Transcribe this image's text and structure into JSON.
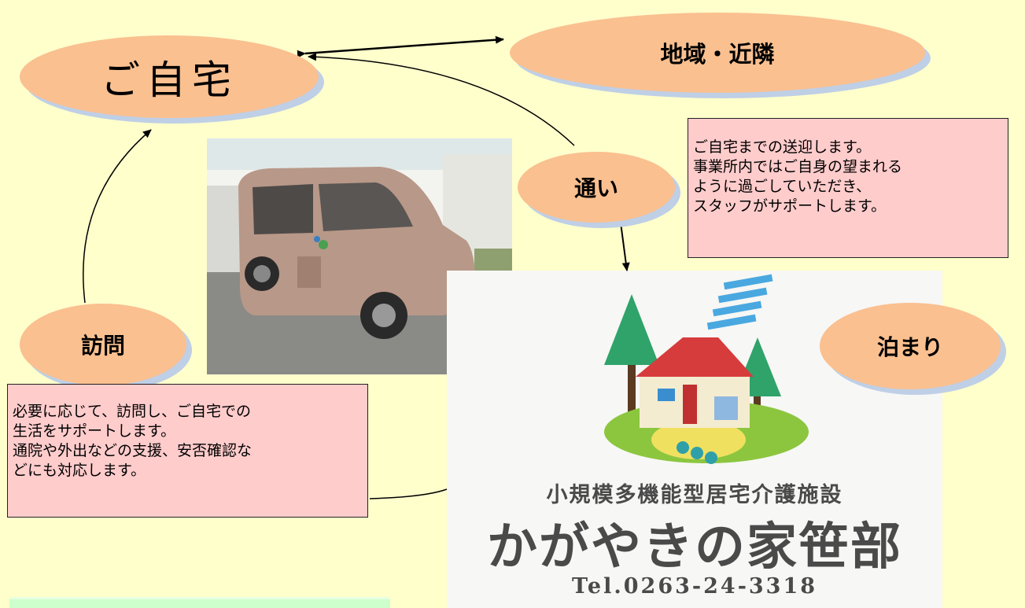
{
  "nodes": {
    "home": "ご自宅",
    "community": "地域・近隣",
    "daycare": "通い",
    "visit": "訪問",
    "stay": "泊まり"
  },
  "notes": {
    "daycare": [
      "ご自宅までの送迎します。",
      "事業所内ではご自身の望まれる",
      "ように過ごしていただき、",
      "スタッフがサポートします。"
    ],
    "visit": [
      "必要に応じて、訪問し、ご自宅での",
      "生活をサポートします。",
      "通院や外出などの支援、安否確認な",
      "どにも対応します。"
    ]
  },
  "sign": {
    "facility_type": "小規模多機能型居宅介護施設",
    "facility_name": "かがやきの家笹部",
    "phone": "Tel.0263-24-3318"
  },
  "colors": {
    "background": "#ffffcc",
    "ellipse_fill": "#fac090",
    "ellipse_shadow": "#bfcfe6",
    "note_fill": "#ffcccc",
    "bottom_box": "#ccffcc"
  }
}
